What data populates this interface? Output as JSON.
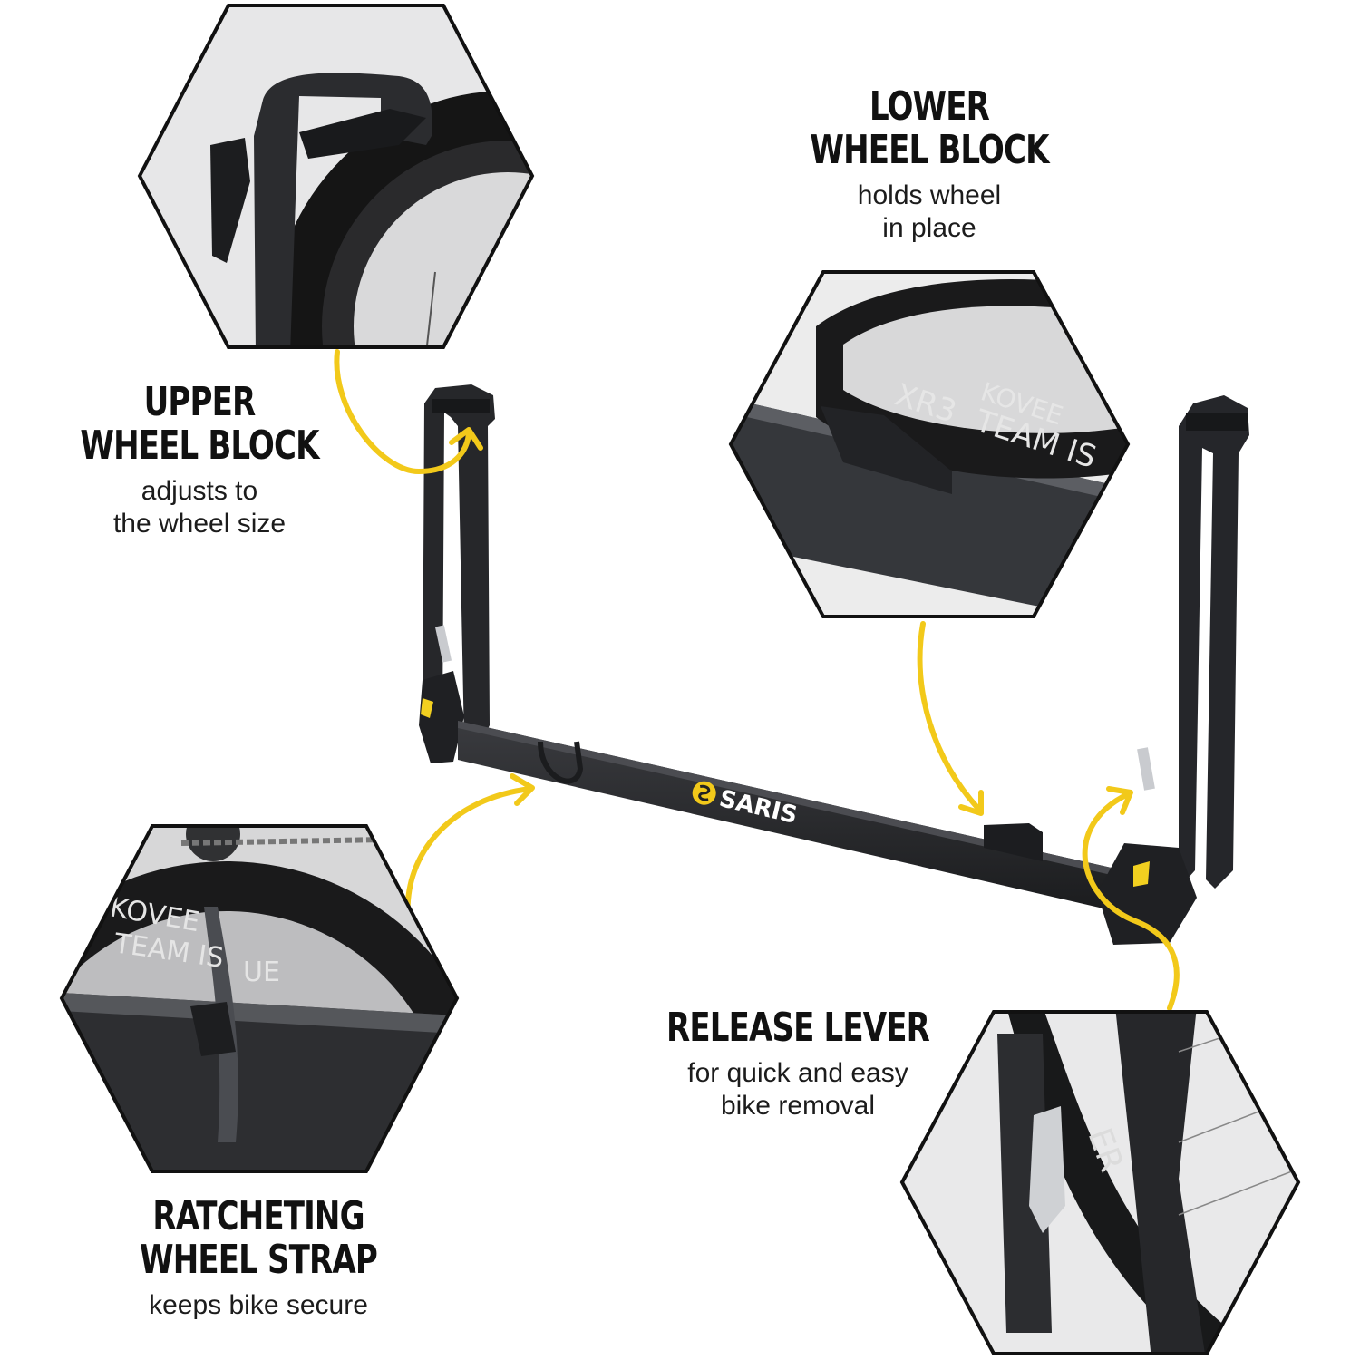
{
  "brand": {
    "logo_text": "SARIS"
  },
  "tire_text": {
    "lower_block": [
      "XR3",
      "TEAM IS",
      "KOVEE"
    ],
    "strap": [
      "KOVEE",
      "TEAM IS",
      "UE"
    ],
    "lever": "ER"
  },
  "callouts": {
    "upper_wheel_block": {
      "title": [
        "UPPER",
        "WHEEL BLOCK"
      ],
      "desc": [
        "adjusts to",
        "the wheel size"
      ]
    },
    "lower_wheel_block": {
      "title": [
        "LOWER",
        "WHEEL BLOCK"
      ],
      "desc": [
        "holds wheel",
        "in place"
      ]
    },
    "ratcheting_wheel_strap": {
      "title": [
        "RATCHETING",
        "WHEEL STRAP"
      ],
      "desc": [
        "keeps bike secure"
      ]
    },
    "release_lever": {
      "title": [
        "RELEASE LEVER"
      ],
      "desc": [
        "for quick and easy",
        "bike removal"
      ]
    }
  },
  "colors": {
    "accent_arrow": "#f2c91a",
    "rack_body": "#2a2b2e",
    "hex_border": "#111111",
    "text": "#111111",
    "background": "#ffffff"
  }
}
